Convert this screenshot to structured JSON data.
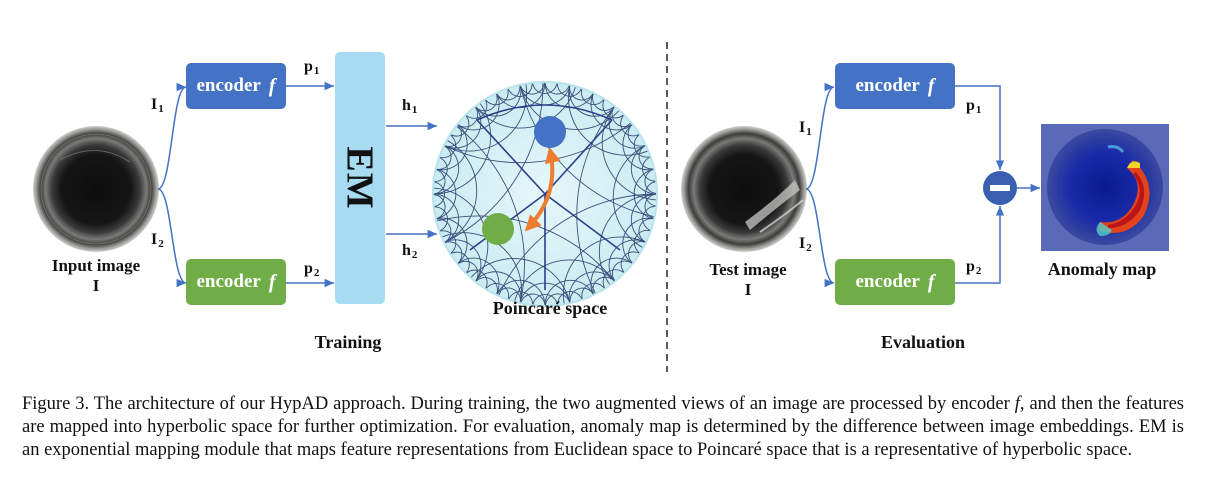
{
  "training": {
    "input_label": "Input image",
    "input_symbol": "I",
    "branch_labels": [
      "I",
      "I"
    ],
    "branch_subs": [
      "1",
      "2"
    ],
    "encoder_text": "encoder",
    "encoder_fn": "f",
    "p_labels": [
      "p",
      "p"
    ],
    "p_subs": [
      "1",
      "2"
    ],
    "em_label": "EM",
    "h_labels": [
      "h",
      "h"
    ],
    "h_subs": [
      "1",
      "2"
    ],
    "poincare_label": "Poincaré space",
    "section_label": "Training"
  },
  "evaluation": {
    "test_label": "Test image",
    "test_symbol": "I",
    "branch_labels": [
      "I",
      "I"
    ],
    "branch_subs": [
      "1",
      "2"
    ],
    "encoder_text": "encoder",
    "encoder_fn": "f",
    "p_labels": [
      "p",
      "p"
    ],
    "p_subs": [
      "1",
      "2"
    ],
    "anomaly_label": "Anomaly map",
    "section_label": "Evaluation"
  },
  "caption": {
    "part1": "Figure 3. The architecture of our HypAD approach. During training, the two augmented views of an image are processed by encoder ",
    "fn": "f",
    "part2": ", and then the features are mapped into hyperbolic space for further optimization. For evaluation, anomaly map is determined by the difference between image embeddings. EM is an exponential mapping module that maps feature representations from Euclidean space to Poincaré space that is a representative of hyperbolic space."
  },
  "colors": {
    "encoder_blue": "#4472c4",
    "encoder_green": "#70ad47",
    "em_fill": "#a6dbf1",
    "arrow": "#4472c4",
    "disk_fill": "#d9f3f7",
    "node_blue": "#4472c4",
    "node_green": "#70ad47",
    "geodesic_arrow": "#ed7d31"
  },
  "icons": [
    "bottle-image-icon",
    "anomaly-heatmap-icon",
    "subtract-operator-icon"
  ]
}
